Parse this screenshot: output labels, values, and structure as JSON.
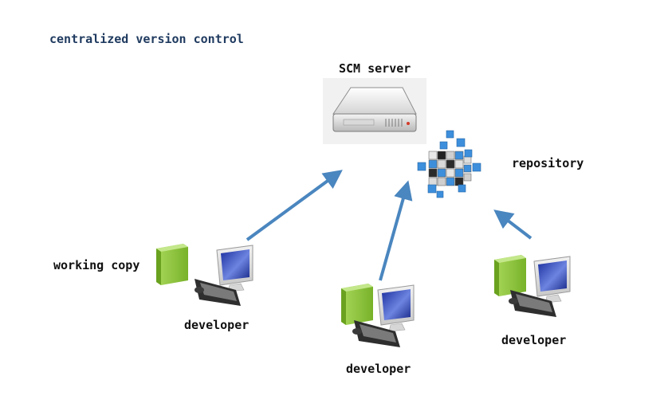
{
  "diagram": {
    "title": "centralized version control",
    "server_label": "SCM server",
    "repository_label": "repository",
    "working_copy_label": "working copy",
    "developers": [
      {
        "label": "developer"
      },
      {
        "label": "developer"
      },
      {
        "label": "developer"
      }
    ]
  },
  "colors": {
    "arrow": "#4a86bf",
    "title": "#1f3a5f",
    "working_copy": "#8cc43c",
    "cube": "#3d8fdc"
  },
  "icons": [
    "server-icon",
    "repository-cube-icon",
    "computer-icon",
    "working-copy-icon"
  ]
}
